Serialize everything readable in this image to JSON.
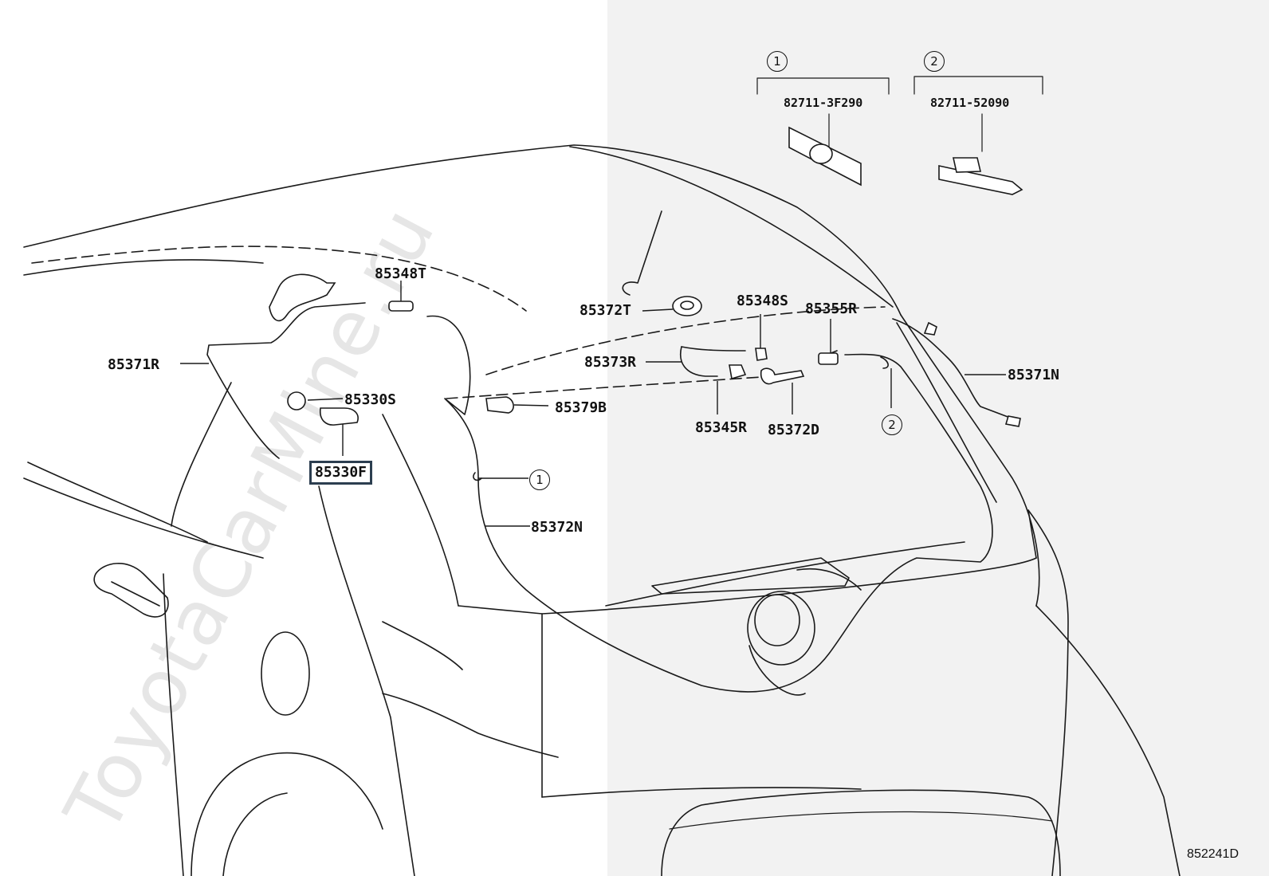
{
  "watermark": "ToyotaCarMine.ru",
  "diagram_code": "852241D",
  "callouts": {
    "one": "1",
    "two": "2"
  },
  "variants": {
    "v1_part": "82711-3F290",
    "v2_part": "82711-52090"
  },
  "labels": {
    "p85348T": "85348T",
    "p85371R": "85371R",
    "p85330S": "85330S",
    "p85330F": "85330F",
    "p85372T": "85372T",
    "p85348S": "85348S",
    "p85355R": "85355R",
    "p85373R": "85373R",
    "p85379B": "85379B",
    "p85345R": "85345R",
    "p85372D": "85372D",
    "p85371N": "85371N",
    "p85372N": "85372N"
  },
  "colors": {
    "background_left": "#ffffff",
    "background_right": "#f2f2f2",
    "line": "#1a1a1a",
    "highlight_border": "#2c3e50",
    "watermark": "#e6e6e6"
  }
}
